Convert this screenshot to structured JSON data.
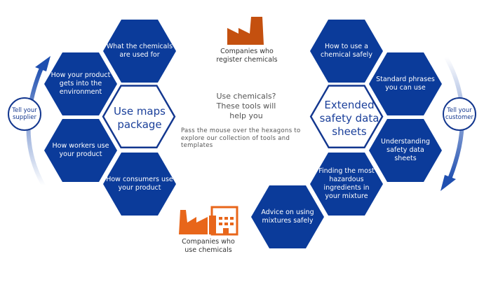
{
  "colors": {
    "hex_fill": "#0b3b9a",
    "accent": "#13378f",
    "register_icon": "#c4500f",
    "use_icon": "#e8661a"
  },
  "left_cluster": {
    "center": "Use maps package",
    "items": [
      "What the chemicals are used for",
      "How your product gets into the environment",
      "How workers use your product",
      "How consumers use your product"
    ],
    "cycle_label": "Tell your supplier"
  },
  "right_cluster": {
    "center": "Extended safety data sheets",
    "items": [
      "How to use a chemical safely",
      "Standard phrases you can use",
      "Understanding safety data sheets",
      "Finding the most hazardous ingredients in your mixture",
      "Advice on using mixtures safely"
    ],
    "cycle_label": "Tell your customer"
  },
  "top_company": {
    "icon": "factory-icon",
    "label": "Companies who register chemicals"
  },
  "bottom_company": {
    "icon": "factory-office-icon",
    "label": "Companies who use chemicals"
  },
  "intro": {
    "question": "Use chemicals? These tools will help you",
    "hint": "Pass the mouse over the hexagons to explore our collection of tools and templates"
  }
}
